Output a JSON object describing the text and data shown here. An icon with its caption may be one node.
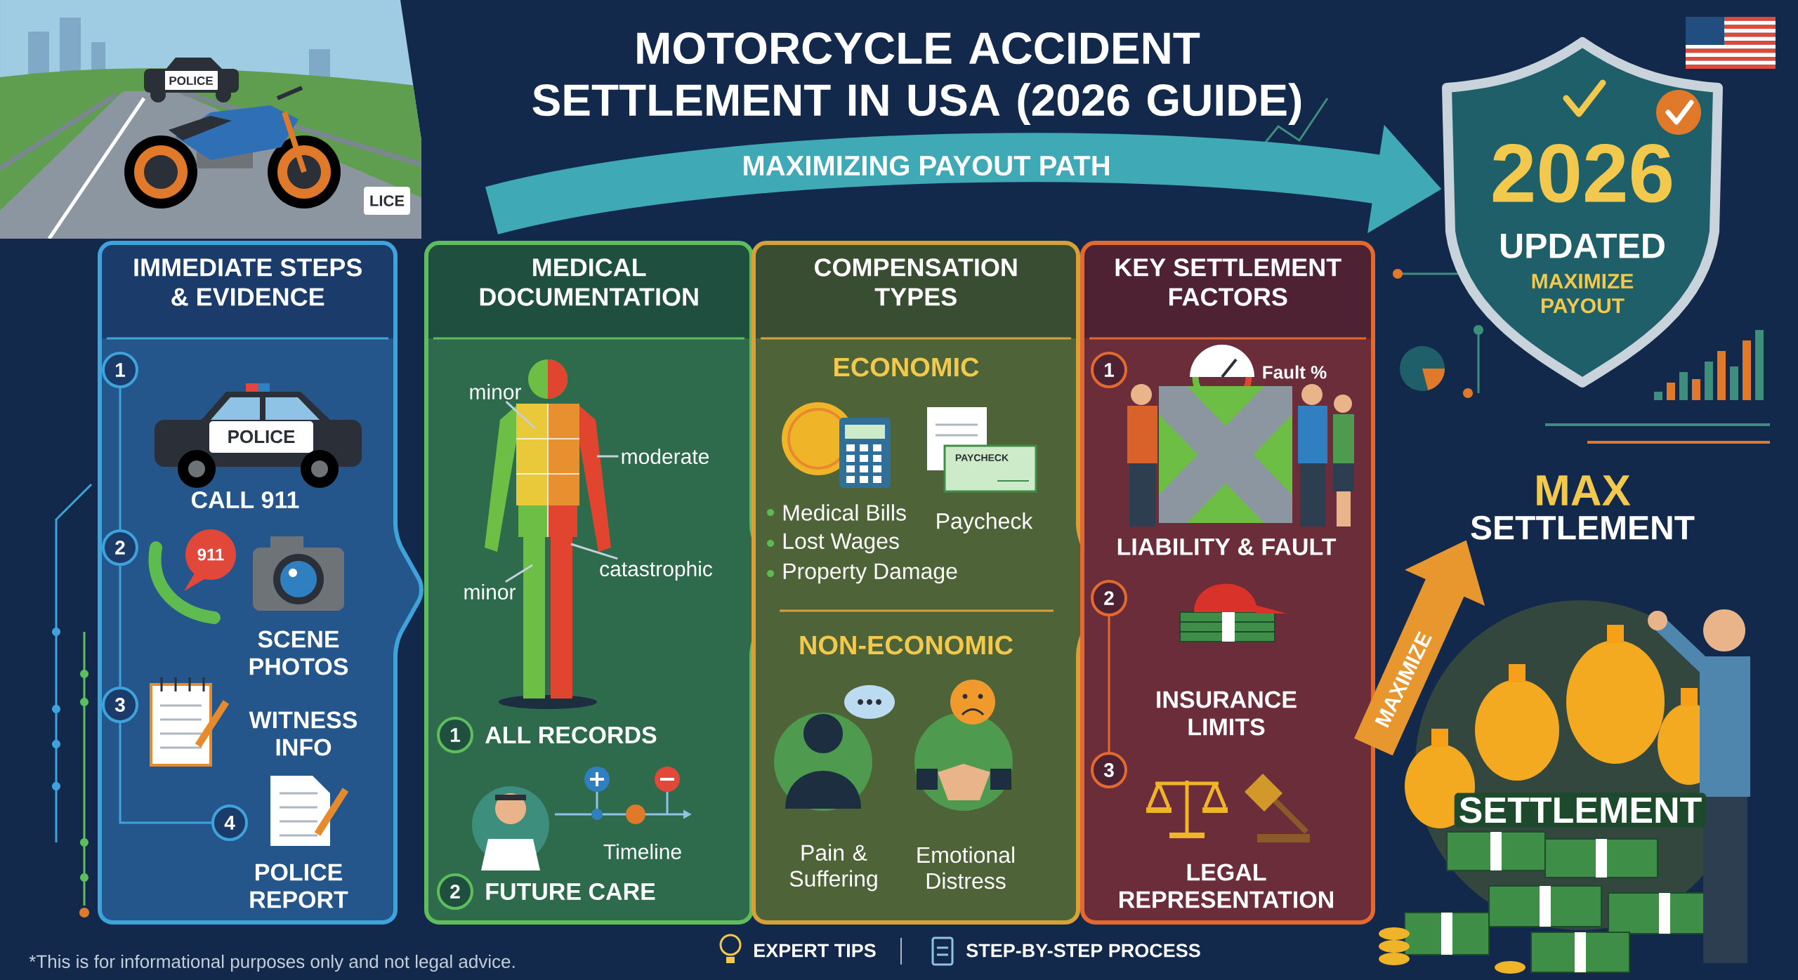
{
  "diagram": {
    "title": "MOTORCYCLE ACCIDENT SETTLEMENT IN USA (2026 GUIDE)",
    "nodes": [
      {
        "text": [
          "IMMEDIATE STEPS & EVIDENCE"
        ]
      },
      {
        "text": [
          "MEDICAL DOCUMENTATION"
        ]
      },
      {
        "text": [
          "COMPENSATION TYPES"
        ]
      },
      {
        "text": [
          "KEY SETTLEMENT FACTORS"
        ]
      },
      {
        "text": [
          "1"
        ],
        "in": 0
      },
      {
        "text": [
          "2"
        ],
        "in": 0
      },
      {
        "text": [
          "3"
        ],
        "in": 0
      },
      {
        "text": [
          "4"
        ],
        "in": 0
      },
      {
        "text": [
          "minor"
        ],
        "in": 1
      },
      {
        "text": [
          "moderate"
        ],
        "in": 1
      },
      {
        "text": [
          "catastrophic"
        ],
        "in": 1
      },
      {
        "text": [
          "minor"
        ],
        "in": 1
      },
      {
        "text": [
          "1"
        ],
        "in": 1,
        "beside": [
          "ALL RECORDS"
        ]
      },
      {
        "text": [
          "2"
        ],
        "in": 1,
        "beside": [
          "FUTURE CARE"
        ]
      },
      {
        "text": [
          "1"
        ],
        "in": 3
      },
      {
        "text": [
          "2"
        ],
        "in": 3
      },
      {
        "text": [
          "3"
        ],
        "in": 3
      },
      {
        "text": [
          "2026",
          "UPDATED",
          "MAXIMIZE PAYOUT"
        ]
      },
      {
        "text": [
          "MAX",
          "SETTLEMENT"
        ]
      }
    ],
    "edges": [
      {
        "from": 4,
        "to": 5,
        "arrow": "none",
        "color": "#3fa3db"
      },
      {
        "from": 5,
        "to": 6,
        "arrow": "none",
        "color": "#3fa3db"
      },
      {
        "from": 6,
        "to": 7,
        "arrow": "none",
        "color": "#3fa3db"
      },
      {
        "from": 8,
        "to": null,
        "arrow": "none"
      },
      {
        "from": 9,
        "to": null,
        "arrow": "none"
      },
      {
        "from": 10,
        "to": null,
        "arrow": "none"
      },
      {
        "from": 11,
        "to": null,
        "arrow": "none"
      },
      {
        "from": 15,
        "to": 16,
        "arrow": "none",
        "color": "#e4692f"
      },
      {
        "from": null,
        "to": 17,
        "arrow": "to",
        "label": "MAXIMIZING PAYOUT PATH",
        "style": "thick",
        "color": "#3fa9b5"
      },
      {
        "from": 3,
        "to": 18,
        "arrow": "to",
        "label": "MAXIMIZE",
        "style": "thick",
        "color": "#e8962e"
      }
    ],
    "labels": [
      "POLICE",
      "LICE",
      "POLICE",
      "CALL 911",
      "911",
      "SCENE PHOTOS",
      "WITNESS INFO",
      "POLICE REPORT",
      "Timeline",
      "ECONOMIC",
      "PAYCHECK",
      "Medical Bills",
      "Lost Wages",
      "Property Damage",
      "Paycheck",
      "NON-ECONOMIC",
      "Pain & Suffering",
      "Emotional Distress",
      "Fault %",
      "LIABILITY & FAULT",
      "INSURANCE LIMITS",
      "LEGAL REPRESENTATION",
      "SETTLEMENT",
      "*This is for informational purposes only and not legal advice.",
      "EXPERT TIPS",
      "STEP-BY-STEP PROCESS"
    ]
  }
}
